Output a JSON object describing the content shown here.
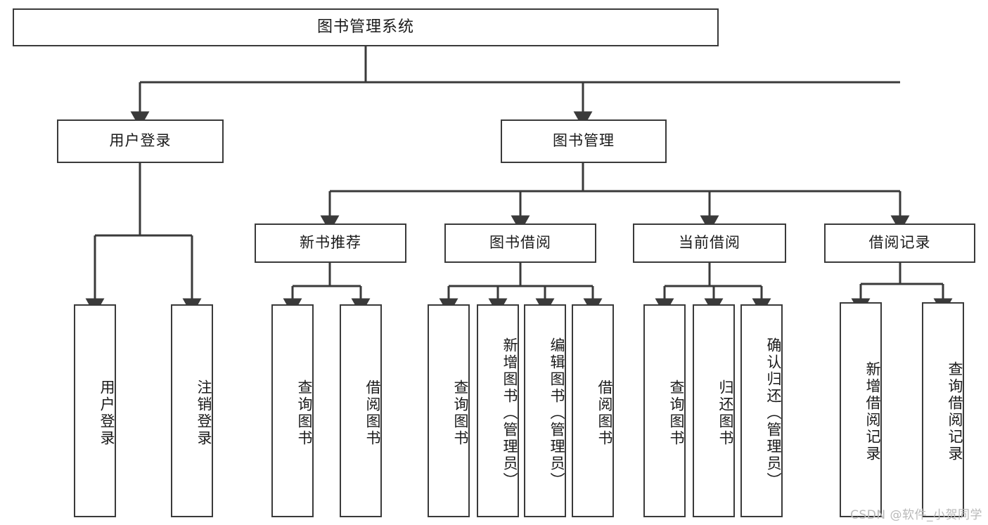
{
  "diagram": {
    "title": "图书管理系统",
    "type": "tree-hierarchy",
    "watermark": "CSDN @软件_小贺同学",
    "colors": {
      "stroke": "#3a3a3a",
      "fill": "#ffffff",
      "text": "#1a1a1a",
      "watermark": "#b9b9b9"
    },
    "root": {
      "label": "图书管理系统"
    },
    "level2": [
      {
        "id": "user-login",
        "label": "用户登录"
      },
      {
        "id": "book-manage",
        "label": "图书管理"
      }
    ],
    "level3": [
      {
        "id": "new-book-recommend",
        "label": "新书推荐"
      },
      {
        "id": "book-borrow",
        "label": "图书借阅"
      },
      {
        "id": "current-borrow",
        "label": "当前借阅"
      },
      {
        "id": "borrow-record",
        "label": "借阅记录"
      }
    ],
    "leaves": {
      "user_login": [
        {
          "id": "leaf-user-login",
          "label": "用户登录"
        },
        {
          "id": "leaf-logout",
          "label": "注销登录"
        }
      ],
      "new_book_recommend": [
        {
          "id": "leaf-query-book-1",
          "label": "查询图书"
        },
        {
          "id": "leaf-borrow-book-1",
          "label": "借阅图书"
        }
      ],
      "book_borrow": [
        {
          "id": "leaf-query-book-2",
          "label": "查询图书"
        },
        {
          "id": "leaf-add-book",
          "label": "新增图书（管理员）"
        },
        {
          "id": "leaf-edit-book",
          "label": "编辑图书（管理员）"
        },
        {
          "id": "leaf-borrow-book-2",
          "label": "借阅图书"
        }
      ],
      "current_borrow": [
        {
          "id": "leaf-query-book-3",
          "label": "查询图书"
        },
        {
          "id": "leaf-return-book",
          "label": "归还图书"
        },
        {
          "id": "leaf-confirm-return",
          "label": "确认归还（管理员）"
        }
      ],
      "borrow_record": [
        {
          "id": "leaf-add-record",
          "label": "新增借阅记录"
        },
        {
          "id": "leaf-query-record",
          "label": "查询借阅记录"
        }
      ]
    }
  }
}
